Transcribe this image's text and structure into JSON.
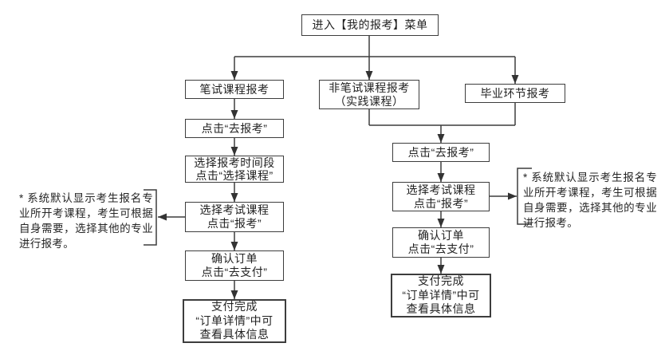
{
  "nodes": {
    "root": {
      "lines": [
        "进入【我的报考】菜单"
      ]
    },
    "written": {
      "lines": [
        "笔试课程报考"
      ]
    },
    "non_written": {
      "lines": [
        "非笔试课程报考",
        "（实践课程）"
      ]
    },
    "graduation": {
      "lines": [
        "毕业环节报考"
      ]
    },
    "left1": {
      "lines": [
        "点击“去报考”"
      ]
    },
    "left2": {
      "lines": [
        "选择报考时间段",
        "点击“选择课程”"
      ]
    },
    "left3": {
      "lines": [
        "选择考试课程",
        "点击“报考”"
      ]
    },
    "left4": {
      "lines": [
        "确认订单",
        "点击“去支付”"
      ]
    },
    "left5": {
      "lines": [
        "支付完成",
        "“订单详情”中可",
        "查看具体信息"
      ]
    },
    "right1": {
      "lines": [
        "点击“去报考”"
      ]
    },
    "right2": {
      "lines": [
        "选择考试课程",
        "点击“报考”"
      ]
    },
    "right3": {
      "lines": [
        "确认订单",
        "点击“去支付”"
      ]
    },
    "right4": {
      "lines": [
        "支付完成",
        "“订单详情”中可",
        "查看具体信息"
      ]
    }
  },
  "notes": {
    "left": "* 系统默认显示考生报名专业所开考课程，考生可根据自身需要，选择其他的专业进行报考。",
    "right": "* 系统默认显示考生报名专业所开考课程，考生可根据自身需要，选择其他的专业进行报考。"
  },
  "edges": [
    [
      "root",
      "written"
    ],
    [
      "root",
      "non_written"
    ],
    [
      "root",
      "graduation"
    ],
    [
      "written",
      "left1"
    ],
    [
      "left1",
      "left2"
    ],
    [
      "left2",
      "left3"
    ],
    [
      "left3",
      "left4"
    ],
    [
      "left4",
      "left5"
    ],
    [
      "non_written",
      "right1"
    ],
    [
      "graduation",
      "right1"
    ],
    [
      "right1",
      "right2"
    ],
    [
      "right2",
      "right3"
    ],
    [
      "right3",
      "right4"
    ],
    [
      "left3",
      "note_left"
    ],
    [
      "right2",
      "note_right"
    ]
  ],
  "colors": {
    "line": "#3d3d3d",
    "box_border": "#3d3d3d",
    "text": "#222222",
    "background": "#ffffff"
  }
}
